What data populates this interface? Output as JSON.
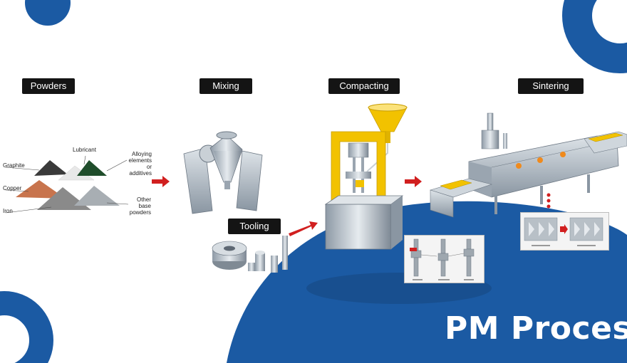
{
  "stages": {
    "powders": "Powders",
    "mixing": "Mixing",
    "compacting": "Compacting",
    "sintering": "Sintering",
    "tooling": "Tooling"
  },
  "powder_labels": {
    "lubricant": "Lubricant",
    "graphite": "Graphite",
    "alloying": "Alloying elements or additives",
    "copper": "Copper",
    "iron": "Iron",
    "other": "Other base powders"
  },
  "title": "PM Process",
  "colors": {
    "brand_blue": "#1b5aa3",
    "arrow_red": "#d11f1f",
    "press_yellow": "#f2c200",
    "label_black": "#141414"
  }
}
